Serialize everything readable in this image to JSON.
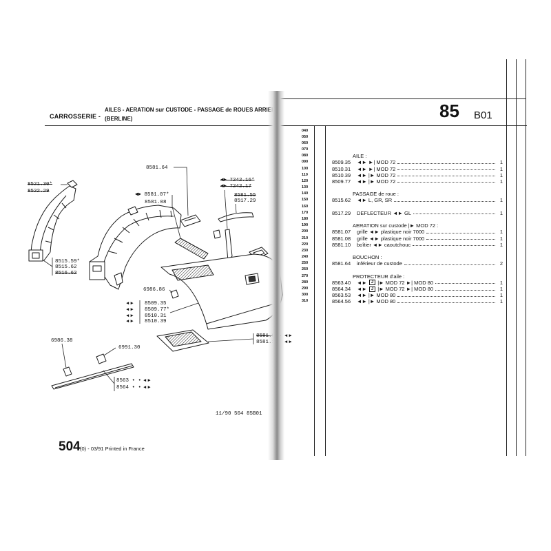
{
  "header": {
    "section": "CARROSSERIE -",
    "title": "AILES - AERATION sur CUSTODE - PASSAGE de ROUES ARRIERE",
    "subtitle": "(BERLINE)",
    "group": "85",
    "code": "B01"
  },
  "diagram": {
    "arrow": "◄►",
    "labels": [
      "8581.64",
      "◄► 7242.16*",
      "◄► 7242.17",
      "8581.55",
      "8517.29",
      "◄► 8581.07*",
      "8581.08",
      "8521.30*",
      "8522.29",
      "8515.59*",
      "8515.62",
      "8516.62",
      "6986.86",
      "8509.35",
      "8509.77*",
      "8510.31",
      "8510.39",
      "8581.09*",
      "8581.10",
      "6986.38",
      "6991.30",
      "8563 • •",
      "8564 • •"
    ],
    "reference": "11/90 504 85B01"
  },
  "footer": {
    "model": "504",
    "edition": "(0) - 03/91 Printed in France"
  },
  "rows": [
    {
      "num": "040"
    },
    {
      "num": "050"
    },
    {
      "num": "060"
    },
    {
      "num": "070"
    },
    {
      "num": "080",
      "heading": "AILE :"
    },
    {
      "num": "090",
      "code": "8509.35",
      "desc": "◄► ►| MOD 72",
      "qty": "1"
    },
    {
      "num": "100",
      "code": "8510.31",
      "desc": "◄► ►| MOD 72",
      "qty": "1"
    },
    {
      "num": "110",
      "code": "8510.39",
      "desc": "◄► |► MOD 72",
      "qty": "1"
    },
    {
      "num": "120",
      "code": "8509.77",
      "desc": "◄► |► MOD 72",
      "qty": "1"
    },
    {
      "num": "130"
    },
    {
      "num": "140",
      "heading": "PASSAGE de roue :"
    },
    {
      "num": "150",
      "code": "8515.62",
      "desc": "◄► L, GR, SR",
      "qty": "1"
    },
    {
      "num": "160"
    },
    {
      "num": "170",
      "code": "8517.29",
      "desc": "DEFLECTEUR ◄► GL",
      "qty": "1"
    },
    {
      "num": "180"
    },
    {
      "num": "190",
      "heading": "AERATION sur custode |► MOD 72 :"
    },
    {
      "num": "200",
      "code": "8581.07",
      "desc": "grille ◄► plastique noir 7000",
      "qty": "1"
    },
    {
      "num": "210",
      "code": "8581.08",
      "desc": "grille ◄► plastique noir 7000",
      "qty": "1"
    },
    {
      "num": "220",
      "code": "8581.10",
      "desc": "boîtier ◄► caoutchouc",
      "qty": "1"
    },
    {
      "num": "230"
    },
    {
      "num": "240",
      "heading": "BOUCHON :"
    },
    {
      "num": "250",
      "code": "8581.64",
      "desc": "inférieur de custode",
      "qty": "2"
    },
    {
      "num": "260"
    },
    {
      "num": "270",
      "heading": "PROTECTEUR d'aile :"
    },
    {
      "num": "280",
      "code": "8563.40",
      "desc": "◄►",
      "box": "J",
      "desc2": "|► MOD 72 ►| MOD 80",
      "qty": "1"
    },
    {
      "num": "290",
      "code": "8564.34",
      "desc": "◄►",
      "box": "J",
      "desc2": "|► MOD 72 ►| MOD 80",
      "qty": "1"
    },
    {
      "num": "300",
      "code": "8563.53",
      "desc": "◄► |► MOD 80",
      "qty": "1"
    },
    {
      "num": "310",
      "code": "8564.56",
      "desc": "◄► |► MOD 80",
      "qty": "1"
    }
  ]
}
